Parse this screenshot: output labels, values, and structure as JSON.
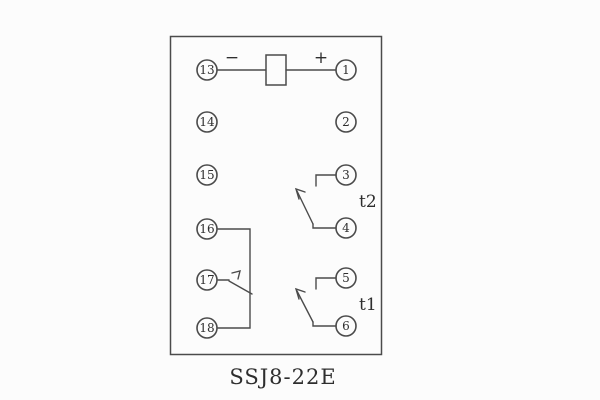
{
  "title": "SSJ8-22E",
  "diagram": {
    "polarity_minus": "−",
    "polarity_plus": "+",
    "terminals_left": [
      "13",
      "14",
      "15",
      "16",
      "17",
      "18"
    ],
    "terminals_right": [
      "1",
      "2",
      "3",
      "4",
      "5",
      "6"
    ],
    "contact_labels": {
      "t2": "t2",
      "t1": "t1"
    }
  }
}
